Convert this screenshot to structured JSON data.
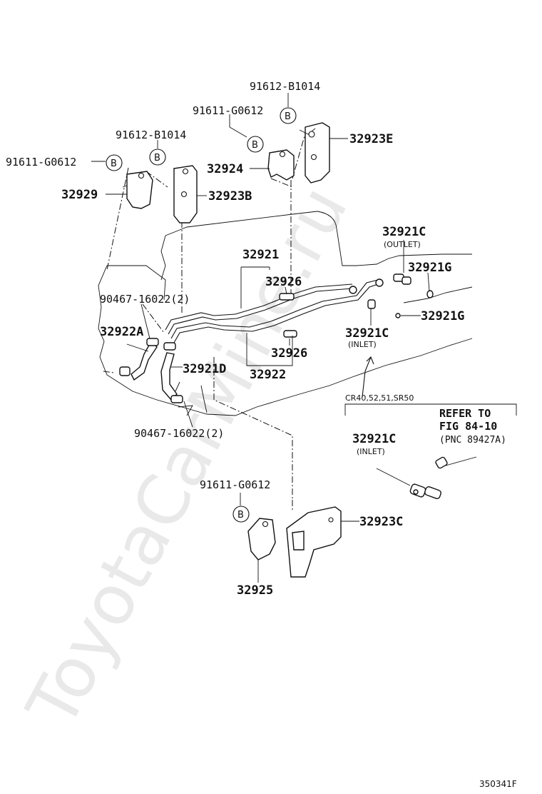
{
  "watermark": "ToyotaCarMine.ru",
  "figure_id": "350341F",
  "labels": {
    "p_91612_b1014_top": "91612-B1014",
    "p_91611_g0612_top": "91611-G0612",
    "p_32923e": "32923E",
    "p_32924": "32924",
    "p_91612_b1014_left": "91612-B1014",
    "p_91611_g0612_left": "91611-G0612",
    "p_32929": "32929",
    "p_32923b": "32923B",
    "p_32921c_outlet": "32921C",
    "outlet_note": "(OUTLET)",
    "p_32921": "32921",
    "p_32926_a": "32926",
    "p_32921g_a": "32921G",
    "p_32921g_b": "32921G",
    "p_90467_a": "90467-16022(2)",
    "p_32922a": "32922A",
    "p_32921c_inlet": "32921C",
    "inlet_note": "(INLET)",
    "p_32921d": "32921D",
    "p_32926_b": "32926",
    "p_32922": "32922",
    "variant_note": "CR40,52,51,SR50",
    "refer_line1": "REFER TO",
    "refer_line2": "FIG 84-10",
    "refer_line3": "(PNC 89427A)",
    "p_32921c_inlet2": "32921C",
    "inlet_note2": "(INLET)",
    "p_90467_b": "90467-16022(2)",
    "p_91611_g0612_bottom": "91611-G0612",
    "p_32923c": "32923C",
    "p_32925": "32925",
    "bolt_marker": "B"
  }
}
